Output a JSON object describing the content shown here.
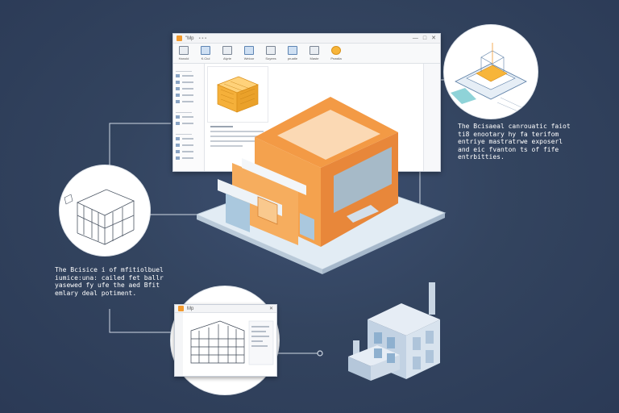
{
  "main_window": {
    "title": "\"Mp",
    "ribbon": [
      {
        "label": "Hanold",
        "icon": "document-icon"
      },
      {
        "label": "K.Ciul",
        "icon": "camera-icon"
      },
      {
        "label": "Alyrie",
        "icon": "stack-icon"
      },
      {
        "label": "Weloor",
        "icon": "sheet-icon"
      },
      {
        "label": "Soyees",
        "icon": "layer-icon"
      },
      {
        "label": "pruatle",
        "icon": "figure-icon"
      },
      {
        "label": "Maste",
        "icon": "grid-icon"
      },
      {
        "label": "Pnastia",
        "icon": "lightbulb-icon"
      }
    ],
    "controls": [
      "—",
      "□",
      "✕"
    ]
  },
  "doc_window": {
    "title": "Mp"
  },
  "captions": {
    "right": [
      "The Bcisaeal canrouatic faiot",
      "ti8 enootary hy fa terifom",
      "entriye mastratrwe exposerl",
      "and eic fvanton ts of fife",
      "entrbitties."
    ],
    "left": [
      "The Bcisice i of mfitiolbuel",
      "iumice:una: cailed fet ballr",
      "yasewed fy ufe the aed Bfit",
      "emlary deal potiment."
    ]
  },
  "colors": {
    "background": "#2f3f5c",
    "accent": "#f29a2e",
    "building_orange": "#f39a45",
    "platform": "#dce8f2"
  }
}
